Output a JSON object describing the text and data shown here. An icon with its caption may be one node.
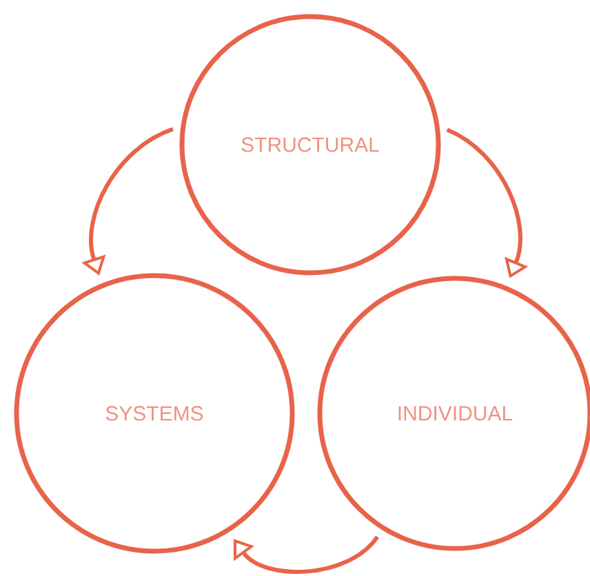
{
  "diagram": {
    "nodes": [
      {
        "text": [
          "STRUCTURAL"
        ]
      },
      {
        "text": [
          "SYSTEMS"
        ]
      },
      {
        "text": [
          "INDIVIDUAL"
        ]
      }
    ],
    "edges": [
      {
        "from": 0,
        "to": 1,
        "arrow": "to"
      },
      {
        "from": 0,
        "to": 2,
        "arrow": "to"
      },
      {
        "from": 2,
        "to": 1,
        "arrow": "to"
      }
    ]
  }
}
